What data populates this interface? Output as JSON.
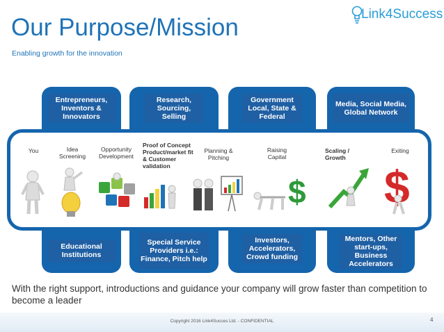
{
  "title": "Our Purpose/Mission",
  "subtitle": "Enabling growth for the innovation",
  "logo_text": "Link4Success",
  "top_boxes": [
    "Entrepreneurs, Inventors & Innovators",
    "Research, Sourcing, Selling",
    "Government Local, State & Federal",
    "Media, Social Media, Global Network"
  ],
  "stages": [
    "You",
    "Idea Screening",
    "Opportunity Development",
    "Proof of Concept Product/market fit & Customer validation",
    "Planning & Pitching",
    "Raising Capital",
    "Scaling / Growth",
    "Exiting"
  ],
  "bottom_boxes": [
    "Educational Institutions",
    "Special Service Providers i.e.: Finance, Pitch help",
    "Investors, Accelerators, Crowd funding",
    "Mentors, Other start-ups, Business Accelerators"
  ],
  "bottom_text": "With the right support, introductions and guidance your company will grow faster than competition to become a leader",
  "copyright": "Copyright 2016 Link4Succes Ltd. - CONFIDENTIAL",
  "page_number": "4",
  "colors": {
    "brand_blue": "#1f73b7",
    "box_blue": "#1565ad",
    "logo_blue": "#2a9dd8",
    "growth_green": "#3aa63a",
    "dollar_red": "#d42a2a",
    "dollar_green": "#2e9a3a"
  },
  "icons": [
    "lightbulb-icon",
    "puzzle-icon",
    "bar-chart-icon",
    "dollar-icon",
    "growth-arrow-icon"
  ]
}
